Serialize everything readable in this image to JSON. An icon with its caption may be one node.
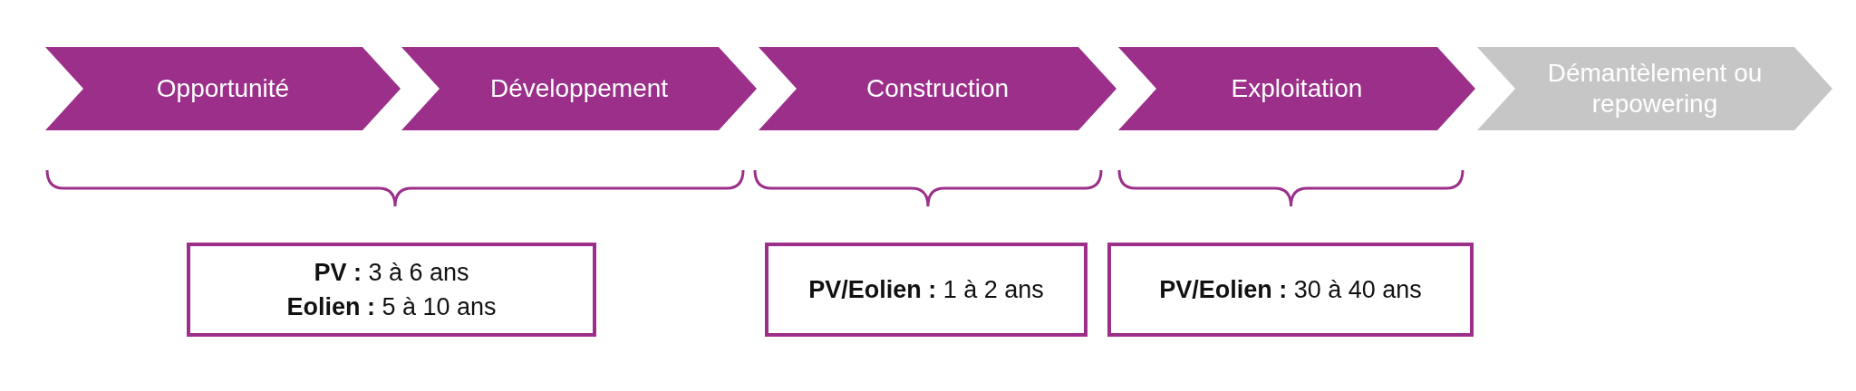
{
  "diagram": {
    "nodes": [
      {
        "text": [
          "Opportunité"
        ]
      },
      {
        "text": [
          "Développement"
        ]
      },
      {
        "text": [
          "Construction"
        ]
      },
      {
        "text": [
          "Exploitation"
        ]
      },
      {
        "text": [
          "Démantèlement ou repowering"
        ]
      },
      {
        "text": [
          "**PV :** 3 à 6 ans",
          "**Eolien :** 5 à 10 ans"
        ]
      },
      {
        "text": [
          "**PV/Eolien :** 1 à 2 ans"
        ]
      },
      {
        "text": [
          "**PV/Eolien :** 30 à 40 ans"
        ]
      }
    ]
  }
}
